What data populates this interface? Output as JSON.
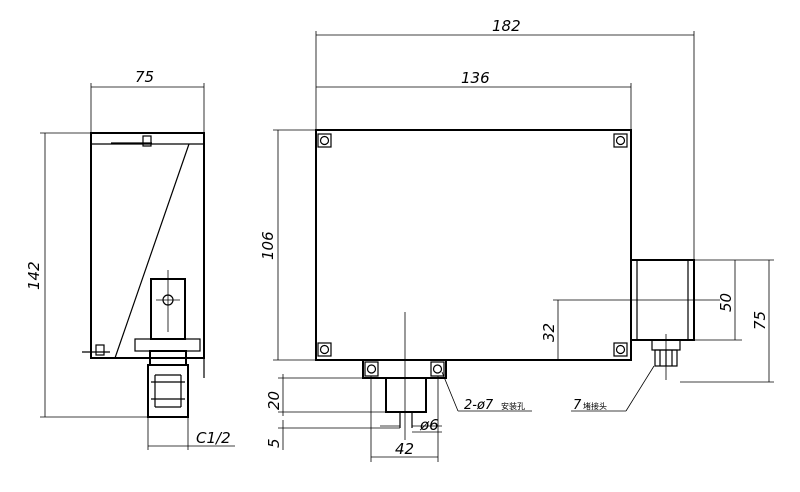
{
  "dimensions": {
    "side_width": "75",
    "side_height": "142",
    "thread": "C1/2",
    "overall_length": "182",
    "body_length": "136",
    "body_height": "106",
    "hole_offset": "32",
    "box_inner_height": "50",
    "box_outer_height": "75",
    "fitting_length": "20",
    "fitting_stub": "5",
    "hole_diameter": "ø6",
    "fitting_width": "42"
  },
  "notes": {
    "mount_holes_prefix": "2-ø7",
    "mount_holes_suffix": "安装孔",
    "cable_gland_prefix": "7",
    "cable_gland_suffix": "堵接头"
  }
}
